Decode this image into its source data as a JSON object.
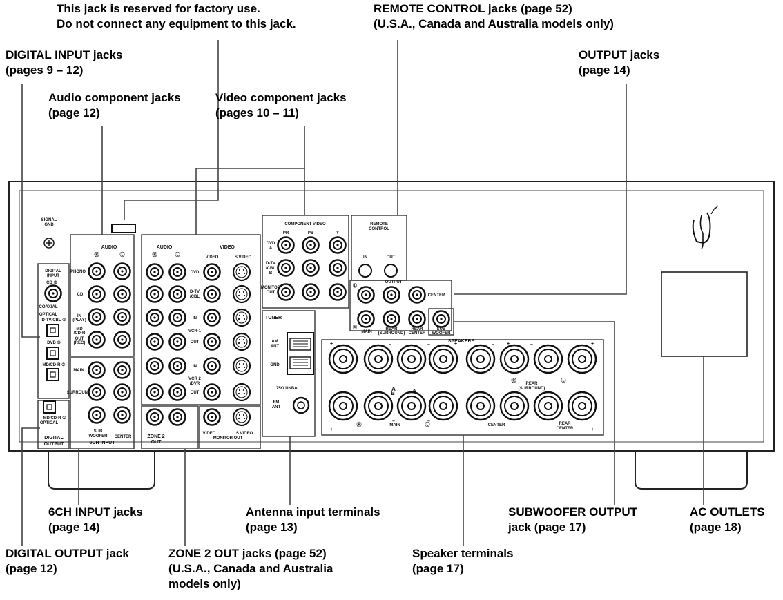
{
  "callouts": {
    "factory_line1": "This jack is reserved for factory use.",
    "factory_line2": "Do not connect any equipment to this jack.",
    "remote_line1": "REMOTE CONTROL jacks (page 52)",
    "remote_line2": "(U.S.A., Canada and Australia models only)",
    "digital_input_line1": "DIGITAL INPUT jacks",
    "digital_input_line2": "(pages 9 – 12)",
    "output_line1": "OUTPUT jacks",
    "output_line2": "(page 14)",
    "audio_line1": "Audio component jacks",
    "audio_line2": "(page 12)",
    "video_line1": "Video component jacks",
    "video_line2": "(pages 10 – 11)",
    "sixch_line1": "6CH INPUT jacks",
    "sixch_line2": "(page 14)",
    "antenna_line1": "Antenna input terminals",
    "antenna_line2": "(page 13)",
    "subwoofer_line1": "SUBWOOFER OUTPUT",
    "subwoofer_line2": "jack (page 17)",
    "ac_line1": "AC OUTLETS",
    "ac_line2": "(page 18)",
    "digital_output_line1": "DIGITAL OUTPUT jack",
    "digital_output_line2": "(page 12)",
    "zone2_line1": "ZONE 2 OUT jacks (page 52)",
    "zone2_line2": "(U.S.A., Canada and Australia",
    "zone2_line3": "models only)",
    "speaker_line1": "Speaker terminals",
    "speaker_line2": "(page 17)"
  },
  "panel": {
    "signal_gnd": [
      "SIGNAL",
      "GND"
    ],
    "digital_input": [
      "DIGITAL",
      "INPUT"
    ],
    "cd_5": "CD ⑤",
    "coaxial": "COAXIAL",
    "optical": "OPTICAL",
    "dtv_cbl_4": "D-TV/CBL ④",
    "dvd_3": "DVD ③",
    "md_cdr_2": "MD/CD-R ②",
    "md_cdr_1": "MD/CD-R ①",
    "optical_out": "OPTICAL",
    "digital_output": [
      "DIGITAL",
      "OUTPUT"
    ],
    "audio": "AUDIO",
    "r_mark": "Ⓡ",
    "l_mark": "Ⓛ",
    "phono": "PHONO",
    "cd": "CD",
    "in_play": [
      "IN",
      "(PLAY)"
    ],
    "md_cdr": [
      "MD",
      "/CD-R"
    ],
    "out_rec": [
      "OUT",
      "(REC)"
    ],
    "main": "MAIN",
    "surround": "SURROUND",
    "sub_woofer": [
      "SUB",
      "WOOFER"
    ],
    "center": "CENTER",
    "sixch_input": "6CH INPUT",
    "video": "VIDEO",
    "s_video": "S VIDEO",
    "dvd": "DVD",
    "dtv_cbl": [
      "D-TV",
      "/CBL"
    ],
    "in": "IN",
    "out": "OUT",
    "vcr1": "VCR-1",
    "vcr2_dvr": [
      "VCR 2",
      "/DVR"
    ],
    "monitor_out": "MONITOR OUT",
    "zone2_out": [
      "ZONE 2",
      "OUT"
    ],
    "component_video": "COMPONENT VIDEO",
    "pr": "PR",
    "pb": "PB",
    "y": "Y",
    "dvd_a": [
      "DVD",
      "A"
    ],
    "dtv_cbl_b": [
      "D-TV",
      "/CBL",
      "B"
    ],
    "monitor_out_stack": [
      "MONITOR",
      "OUT"
    ],
    "tuner": "TUNER",
    "am_ant": [
      "AM",
      "ANT"
    ],
    "gnd": "GND",
    "unbal": "75Ω UNBAL.",
    "fm_ant": [
      "FM",
      "ANT"
    ],
    "remote_control": [
      "REMOTE",
      "CONTROL"
    ],
    "rc_in": "IN",
    "rc_out": "OUT",
    "output": "OUTPUT",
    "rear_surround": [
      "REAR",
      "(SURROUND)"
    ],
    "rear_center": [
      "REAR",
      "CENTER"
    ],
    "speakers": "SPEAKERS",
    "spk_a": "A",
    "spk_b": "B",
    "plus": "+",
    "minus": "–"
  }
}
